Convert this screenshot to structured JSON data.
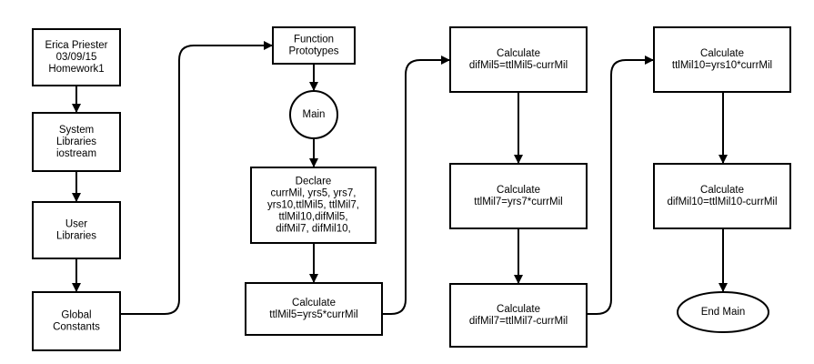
{
  "nodes": [
    {
      "id": "header",
      "shape": "rect",
      "lines": [
        "Erica Priester",
        "03/09/15",
        "Homework1"
      ]
    },
    {
      "id": "system-libraries",
      "shape": "rect",
      "lines": [
        "System",
        "Libraries",
        "iostream"
      ]
    },
    {
      "id": "user-libraries",
      "shape": "rect",
      "lines": [
        "User",
        "Libraries"
      ]
    },
    {
      "id": "global-constants",
      "shape": "rect",
      "lines": [
        "Global",
        "Constants"
      ]
    },
    {
      "id": "function-prototypes",
      "shape": "rect",
      "lines": [
        "Function",
        "Prototypes"
      ]
    },
    {
      "id": "main",
      "shape": "circle",
      "lines": [
        "Main"
      ]
    },
    {
      "id": "declare",
      "shape": "rect",
      "lines": [
        "Declare",
        "currMil, yrs5, yrs7,",
        "yrs10,ttlMil5, ttlMil7,",
        "ttlMil10,difMil5,",
        "difMil7, difMil10,"
      ]
    },
    {
      "id": "calc-ttlmil5",
      "shape": "rect",
      "lines": [
        "Calculate",
        "ttlMil5=yrs5*currMil"
      ]
    },
    {
      "id": "calc-difmil5",
      "shape": "rect",
      "lines": [
        "Calculate",
        "difMil5=ttlMil5-currMil"
      ]
    },
    {
      "id": "calc-ttlmil7",
      "shape": "rect",
      "lines": [
        "Calculate",
        "ttlMil7=yrs7*currMil"
      ]
    },
    {
      "id": "calc-difmil7",
      "shape": "rect",
      "lines": [
        "Calculate",
        "difMil7=ttlMil7-currMil"
      ]
    },
    {
      "id": "calc-ttlmil10",
      "shape": "rect",
      "lines": [
        "Calculate",
        "ttlMil10=yrs10*currMil"
      ]
    },
    {
      "id": "calc-difmil10",
      "shape": "rect",
      "lines": [
        "Calculate",
        "difMil10=ttlMil10-currMil"
      ]
    },
    {
      "id": "end-main",
      "shape": "ellipse",
      "lines": [
        "End Main"
      ]
    }
  ],
  "edges": [
    {
      "from": "header",
      "to": "system-libraries"
    },
    {
      "from": "system-libraries",
      "to": "user-libraries"
    },
    {
      "from": "user-libraries",
      "to": "global-constants"
    },
    {
      "from": "global-constants",
      "to": "function-prototypes"
    },
    {
      "from": "function-prototypes",
      "to": "main"
    },
    {
      "from": "main",
      "to": "declare"
    },
    {
      "from": "declare",
      "to": "calc-ttlmil5"
    },
    {
      "from": "calc-ttlmil5",
      "to": "calc-difmil5"
    },
    {
      "from": "calc-difmil5",
      "to": "calc-ttlmil7"
    },
    {
      "from": "calc-ttlmil7",
      "to": "calc-difmil7"
    },
    {
      "from": "calc-difmil7",
      "to": "calc-ttlmil10"
    },
    {
      "from": "calc-ttlmil10",
      "to": "calc-difmil10"
    },
    {
      "from": "calc-difmil10",
      "to": "end-main"
    }
  ]
}
